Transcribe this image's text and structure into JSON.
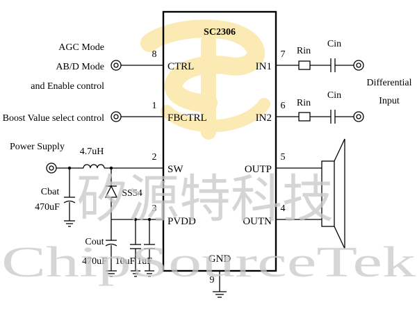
{
  "chip": {
    "name": "SC2306",
    "pins": {
      "ctrl": {
        "number": "8",
        "label": "CTRL"
      },
      "fbctrl": {
        "number": "1",
        "label": "FBCTRL"
      },
      "sw": {
        "number": "2",
        "label": "SW"
      },
      "pvdd": {
        "number": "3",
        "label": "PVDD"
      },
      "in1": {
        "number": "7",
        "label": "IN1"
      },
      "in2": {
        "number": "6",
        "label": "IN2"
      },
      "outp": {
        "number": "5",
        "label": "OUTP"
      },
      "outn": {
        "number": "4",
        "label": "OUTN"
      },
      "gnd": {
        "number": "9",
        "label": "GND"
      }
    }
  },
  "labels": {
    "agc_line1": "AGC Mode",
    "agc_line2": "AB/D Mode",
    "agc_line3": "and Enable control",
    "boost": "Boost Value select control",
    "power_supply": "Power Supply",
    "inductor": "4.7uH",
    "cbat_name": "Cbat",
    "cbat_value": "470uF",
    "diode": "SS54",
    "cout_name": "Cout",
    "cout_value": "470uF",
    "cap_10uf": "10uF",
    "cap_1uf": "1uF",
    "rin1": "Rin",
    "cin1": "Cin",
    "rin2": "Rin",
    "cin2": "Cin",
    "diff_line1": "Differential",
    "diff_line2": "Input"
  },
  "watermark": {
    "chinese": "矽源特科技",
    "english": "ChipSourceTek"
  },
  "colors": {
    "logo": "#fbe7a6",
    "watermark": "#c8c8c8"
  }
}
